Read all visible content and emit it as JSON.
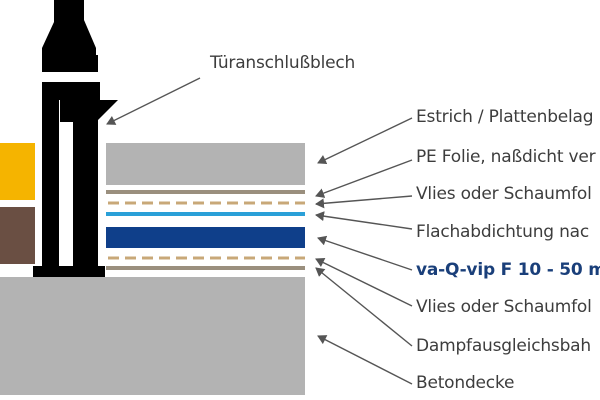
{
  "colors": {
    "concrete": "#b3b3b3",
    "screed": "#b3b3b3",
    "frame": "#000000",
    "door_yellow": "#f5b400",
    "door_brown": "#6a4f43",
    "fleece": "#9a8f7e",
    "fleece_dash": "#c8a878",
    "pe_foil": "#2aa0d8",
    "vip_panel": "#0f3f8a",
    "label_text": "#3d3d3d",
    "label_highlight": "#1a3f7a",
    "arrow": "#555555"
  },
  "labels": {
    "door_sheet": "Türanschlußblech",
    "screed": "Estrich / Plattenbelag",
    "pe_foil": "PE Folie, naßdicht ver",
    "fleece_top": "Vlies oder Schaumfol",
    "flat_seal": "Flachabdichtung nac",
    "vip": "va-Q-vip F 10 - 50 m",
    "fleece_bottom": "Vlies oder Schaumfol",
    "vapor_barrier": "Dampfausgleichsbah",
    "concrete": "Betondecke"
  }
}
